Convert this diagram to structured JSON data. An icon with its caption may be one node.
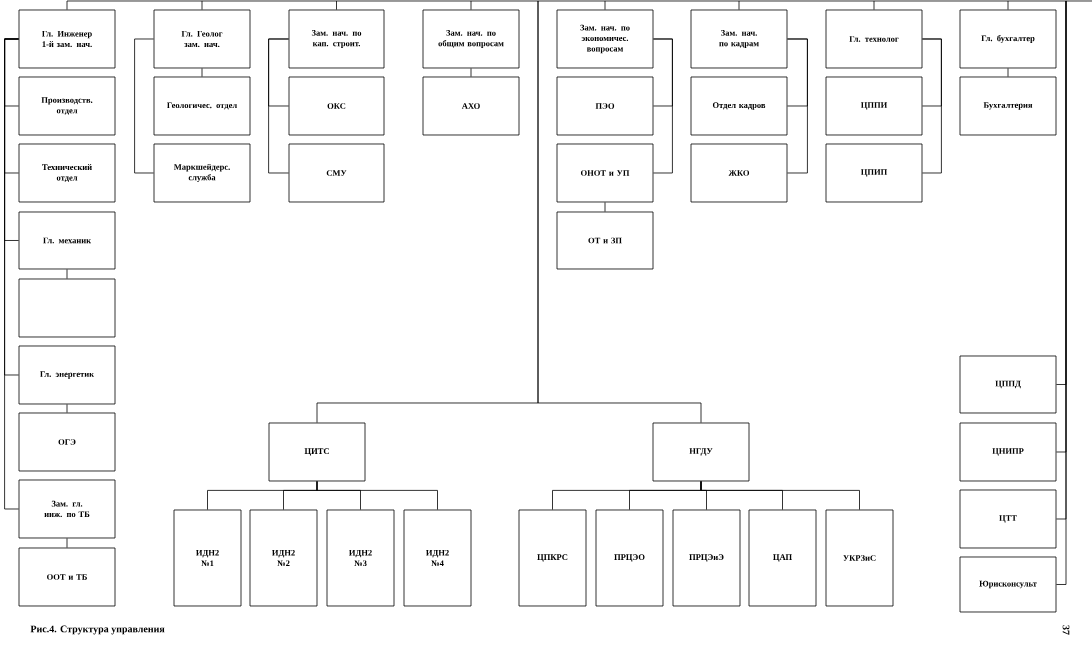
{
  "diagram": {
    "caption": "Рис.4. Структура управления",
    "nodes": [
      {
        "text": [
          "Гл. Инженер 1-й зам. нач."
        ]
      },
      {
        "text": [
          "Производств. отдел"
        ]
      },
      {
        "text": [
          "Технический отдел"
        ]
      },
      {
        "text": [
          "Гл. механик"
        ]
      },
      {
        "text": [],
        "shape": "box"
      },
      {
        "text": [
          "Гл. энергетик"
        ]
      },
      {
        "text": [
          "ОГЭ"
        ]
      },
      {
        "text": [
          "Зам. гл. инж. по ТБ"
        ]
      },
      {
        "text": [
          "ООТ и ТБ"
        ]
      },
      {
        "text": [
          "Гл. Геолог зам. нач."
        ]
      },
      {
        "text": [
          "Геологичес. отдел"
        ]
      },
      {
        "text": [
          "Маркшейдерс. служба"
        ]
      },
      {
        "text": [
          "Зам. нач. по кап. строит."
        ]
      },
      {
        "text": [
          "ОКС"
        ]
      },
      {
        "text": [
          "СМУ"
        ]
      },
      {
        "text": [
          "Зам. нач. по общим вопросам"
        ]
      },
      {
        "text": [
          "АХО"
        ]
      },
      {
        "text": [
          "Зам. нач. по экономичес. вопросам"
        ]
      },
      {
        "text": [
          "ПЭО"
        ]
      },
      {
        "text": [
          "ОНОТ и УП"
        ]
      },
      {
        "text": [
          "ОТ и ЗП"
        ]
      },
      {
        "text": [
          "Зам. нач. по кадрам"
        ]
      },
      {
        "text": [
          "Отдел кадров"
        ]
      },
      {
        "text": [
          "ЖКО"
        ]
      },
      {
        "text": [
          "Гл. технолог"
        ]
      },
      {
        "text": [
          "ЦППИ"
        ]
      },
      {
        "text": [
          "ЦПИП"
        ]
      },
      {
        "text": [
          "Гл. бухгалтер"
        ]
      },
      {
        "text": [
          "Бухгалтерия"
        ]
      },
      {
        "text": [
          "ЦППД"
        ]
      },
      {
        "text": [
          "ЦНИПР"
        ]
      },
      {
        "text": [
          "ЦТТ"
        ]
      },
      {
        "text": [
          "Юрисконсульт"
        ]
      },
      {
        "text": [
          "ЦИТС"
        ]
      },
      {
        "text": [
          "ИДН2 №1"
        ]
      },
      {
        "text": [
          "ИДН2 №2"
        ]
      },
      {
        "text": [
          "ИДН2 №3"
        ]
      },
      {
        "text": [
          "ИДН2 №4"
        ]
      },
      {
        "text": [
          "НГДУ"
        ]
      },
      {
        "text": [
          "ЦПКРС"
        ]
      },
      {
        "text": [
          "ПРЦЭО"
        ]
      },
      {
        "text": [
          "ПРЦЭиЭ"
        ]
      },
      {
        "text": [
          "ЦАП"
        ]
      },
      {
        "text": [
          "УКРЗиС"
        ]
      }
    ],
    "edges": [
      {
        "from": null,
        "to": 0,
        "arrow": "none"
      },
      {
        "from": null,
        "to": 9,
        "arrow": "none"
      },
      {
        "from": null,
        "to": 12,
        "arrow": "none"
      },
      {
        "from": null,
        "to": 15,
        "arrow": "none"
      },
      {
        "from": null,
        "to": 17,
        "arrow": "none"
      },
      {
        "from": null,
        "to": 21,
        "arrow": "none"
      },
      {
        "from": null,
        "to": 24,
        "arrow": "none"
      },
      {
        "from": null,
        "to": 27,
        "arrow": "none"
      },
      {
        "from": null,
        "to": 33,
        "arrow": "none"
      },
      {
        "from": null,
        "to": 38,
        "arrow": "none"
      },
      {
        "from": null,
        "to": 29,
        "arrow": "none"
      },
      {
        "from": null,
        "to": 30,
        "arrow": "none"
      },
      {
        "from": null,
        "to": 31,
        "arrow": "none"
      },
      {
        "from": null,
        "to": 32,
        "arrow": "none"
      },
      {
        "from": 0,
        "to": 1,
        "arrow": "none"
      },
      {
        "from": 0,
        "to": 2,
        "arrow": "none"
      },
      {
        "from": 0,
        "to": 3,
        "arrow": "none"
      },
      {
        "from": 0,
        "to": 5,
        "arrow": "none"
      },
      {
        "from": 0,
        "to": 7,
        "arrow": "none"
      },
      {
        "from": 3,
        "to": 4,
        "arrow": "none"
      },
      {
        "from": 5,
        "to": 6,
        "arrow": "none"
      },
      {
        "from": 7,
        "to": 8,
        "arrow": "none"
      },
      {
        "from": 9,
        "to": 10,
        "arrow": "none"
      },
      {
        "from": 9,
        "to": 11,
        "arrow": "none"
      },
      {
        "from": 12,
        "to": 13,
        "arrow": "none"
      },
      {
        "from": 12,
        "to": 14,
        "arrow": "none"
      },
      {
        "from": 15,
        "to": 16,
        "arrow": "none"
      },
      {
        "from": 17,
        "to": 18,
        "arrow": "none"
      },
      {
        "from": 17,
        "to": 19,
        "arrow": "none"
      },
      {
        "from": 19,
        "to": 20,
        "arrow": "none"
      },
      {
        "from": 21,
        "to": 22,
        "arrow": "none"
      },
      {
        "from": 21,
        "to": 23,
        "arrow": "none"
      },
      {
        "from": 24,
        "to": 25,
        "arrow": "none"
      },
      {
        "from": 24,
        "to": 26,
        "arrow": "none"
      },
      {
        "from": 27,
        "to": 28,
        "arrow": "none"
      },
      {
        "from": 33,
        "to": 34,
        "arrow": "none"
      },
      {
        "from": 33,
        "to": 35,
        "arrow": "none"
      },
      {
        "from": 33,
        "to": 36,
        "arrow": "none"
      },
      {
        "from": 33,
        "to": 37,
        "arrow": "none"
      },
      {
        "from": 38,
        "to": 39,
        "arrow": "none"
      },
      {
        "from": 38,
        "to": 40,
        "arrow": "none"
      },
      {
        "from": 38,
        "to": 41,
        "arrow": "none"
      },
      {
        "from": 38,
        "to": 42,
        "arrow": "none"
      },
      {
        "from": 38,
        "to": 43,
        "arrow": "none"
      }
    ],
    "labels": [
      "37"
    ]
  }
}
